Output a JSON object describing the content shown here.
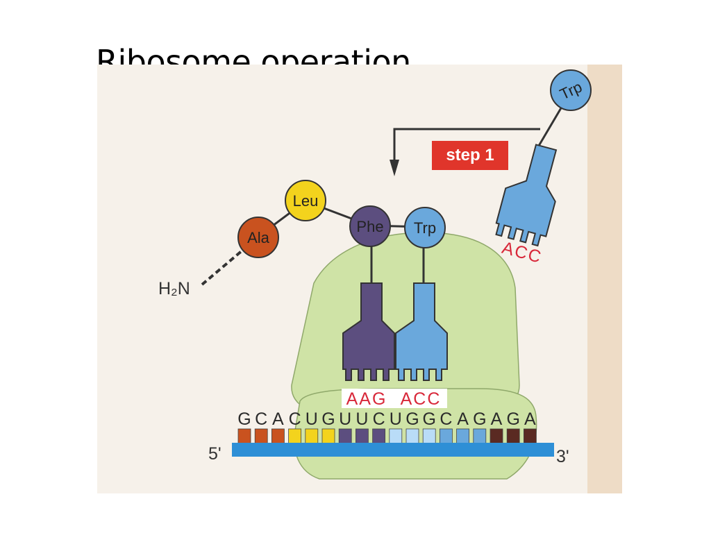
{
  "slide": {
    "title": "Ribosome operation"
  },
  "diagram": {
    "step_label": "step 1",
    "amine_label": "H₂N",
    "amino_acids": [
      "Ala",
      "Leu",
      "Phe",
      "Trp",
      "Trp"
    ],
    "anticodons": {
      "p_site": "AAG",
      "a_site": "ACC",
      "incoming": "ACC"
    },
    "mrna": {
      "sequence": [
        "G",
        "C",
        "A",
        "C",
        "U",
        "G",
        "U",
        "U",
        "C",
        "U",
        "G",
        "G",
        "C",
        "A",
        "G",
        "A",
        "G",
        "A"
      ],
      "five_prime": "5'",
      "three_prime": "3'"
    },
    "colors": {
      "ribosome": "#cfe3a6",
      "ala": "#c9521f",
      "leu": "#f3d31d",
      "phe": "#5c4e7f",
      "trp": "#6aa8dc",
      "step_badge": "#e0352b",
      "mrna_strand": "#2e8fd6",
      "anticodon_text": "#d8283a"
    }
  }
}
